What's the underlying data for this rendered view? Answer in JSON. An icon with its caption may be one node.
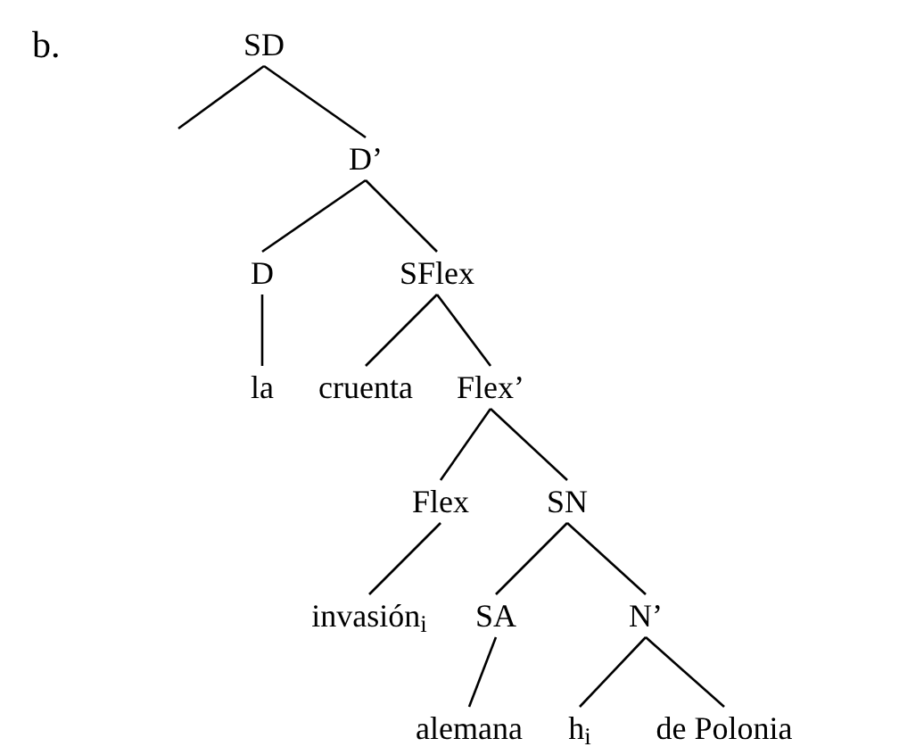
{
  "diagram": {
    "nodes": [
      {
        "text": [
          "SD"
        ]
      },
      {
        "text": [
          "D’"
        ]
      },
      {
        "text": [
          "D"
        ]
      },
      {
        "text": [
          "SFlex"
        ]
      },
      {
        "text": [
          "la"
        ]
      },
      {
        "text": [
          "cruenta"
        ]
      },
      {
        "text": [
          "Flex’"
        ]
      },
      {
        "text": [
          "Flex"
        ]
      },
      {
        "text": [
          "SN"
        ]
      },
      {
        "text": [
          "invasión$_{i}$"
        ]
      },
      {
        "text": [
          "SA"
        ]
      },
      {
        "text": [
          "N’"
        ]
      },
      {
        "text": [
          "alemana"
        ]
      },
      {
        "text": [
          "h$_{i}$"
        ]
      },
      {
        "text": [
          "de Polonia"
        ]
      }
    ],
    "edges": [
      {
        "from": 0,
        "to": null,
        "arrow": "none"
      },
      {
        "from": 0,
        "to": 1,
        "arrow": "none"
      },
      {
        "from": 1,
        "to": 2,
        "arrow": "none"
      },
      {
        "from": 1,
        "to": 3,
        "arrow": "none"
      },
      {
        "from": 2,
        "to": 4,
        "arrow": "none"
      },
      {
        "from": 3,
        "to": 5,
        "arrow": "none"
      },
      {
        "from": 3,
        "to": 6,
        "arrow": "none"
      },
      {
        "from": 6,
        "to": 7,
        "arrow": "none"
      },
      {
        "from": 6,
        "to": 8,
        "arrow": "none"
      },
      {
        "from": 7,
        "to": 9,
        "arrow": "none"
      },
      {
        "from": 8,
        "to": 10,
        "arrow": "none"
      },
      {
        "from": 8,
        "to": 11,
        "arrow": "none"
      },
      {
        "from": 10,
        "to": 12,
        "arrow": "none"
      },
      {
        "from": 11,
        "to": 13,
        "arrow": "none"
      },
      {
        "from": 11,
        "to": 14,
        "arrow": "none"
      }
    ],
    "labels": [
      "b."
    ]
  }
}
